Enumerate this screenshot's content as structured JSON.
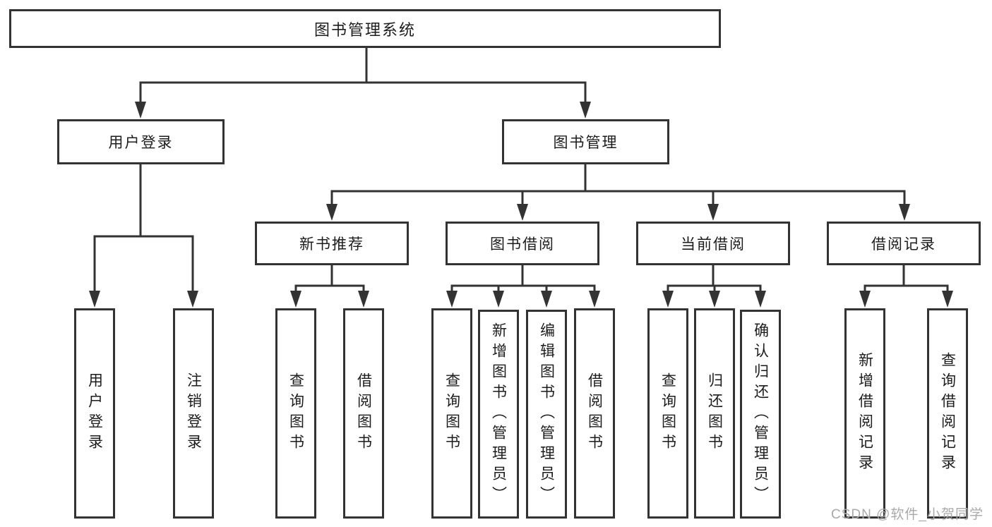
{
  "tree": {
    "root": {
      "label": "图书管理系统",
      "children": [
        {
          "label": "用户登录",
          "children": [
            {
              "label": "用户登录"
            },
            {
              "label": "注销登录"
            }
          ]
        },
        {
          "label": "图书管理",
          "children": [
            {
              "label": "新书推荐",
              "children": [
                {
                  "label": "查询图书"
                },
                {
                  "label": "借阅图书"
                }
              ]
            },
            {
              "label": "图书借阅",
              "children": [
                {
                  "label": "查询图书"
                },
                {
                  "label": "新增图书（管理员）"
                },
                {
                  "label": "编辑图书（管理员）"
                },
                {
                  "label": "借阅图书"
                }
              ]
            },
            {
              "label": "当前借阅",
              "children": [
                {
                  "label": "查询图书"
                },
                {
                  "label": "归还图书"
                },
                {
                  "label": "确认归还（管理员）"
                }
              ]
            },
            {
              "label": "借阅记录",
              "children": [
                {
                  "label": "新增借阅记录"
                },
                {
                  "label": "查询借阅记录"
                }
              ]
            }
          ]
        }
      ]
    }
  },
  "watermark": {
    "text": "CSDN @软件_小贺同学"
  },
  "colors": {
    "line": "#333333",
    "box_border": "#333333",
    "box_background": "#ffffff",
    "text": "#1c1c1c",
    "watermark": "#a9a9a9",
    "page_background": "#ffffff"
  }
}
